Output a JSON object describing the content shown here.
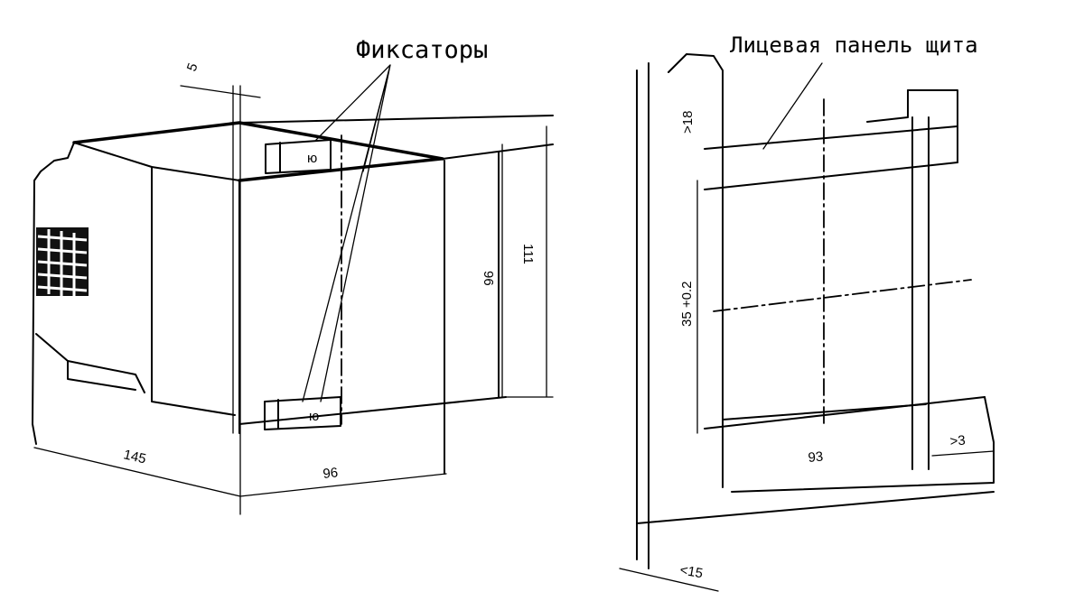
{
  "labels": {
    "fixators": "Фиксаторы",
    "panel": "Лицевая панель щита"
  },
  "dimensions": {
    "d5": "5",
    "d145": "145",
    "d96_bottom": "96",
    "d96_side": "96",
    "d111": "111",
    "d18": ">18",
    "d35": "35 +0.2",
    "d93": "93",
    "d3": ">3",
    "d15": "<15"
  }
}
